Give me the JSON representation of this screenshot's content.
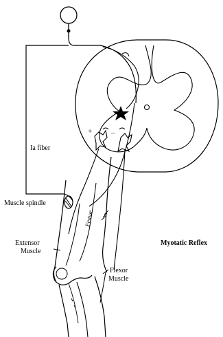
{
  "labels": {
    "ia_fiber": "Ia fiber",
    "muscle_spindle": "Muscle spindle",
    "extensor_line1": "Extensor",
    "extensor_line2": "Muscle",
    "femur": "Femur",
    "flexor_line1": "Flexor",
    "flexor_line2": "Muscle",
    "title": "Myotatic Reflex",
    "plus": "+",
    "minus": "–"
  },
  "colors": {
    "ink": "#000000",
    "background": "#ffffff"
  }
}
